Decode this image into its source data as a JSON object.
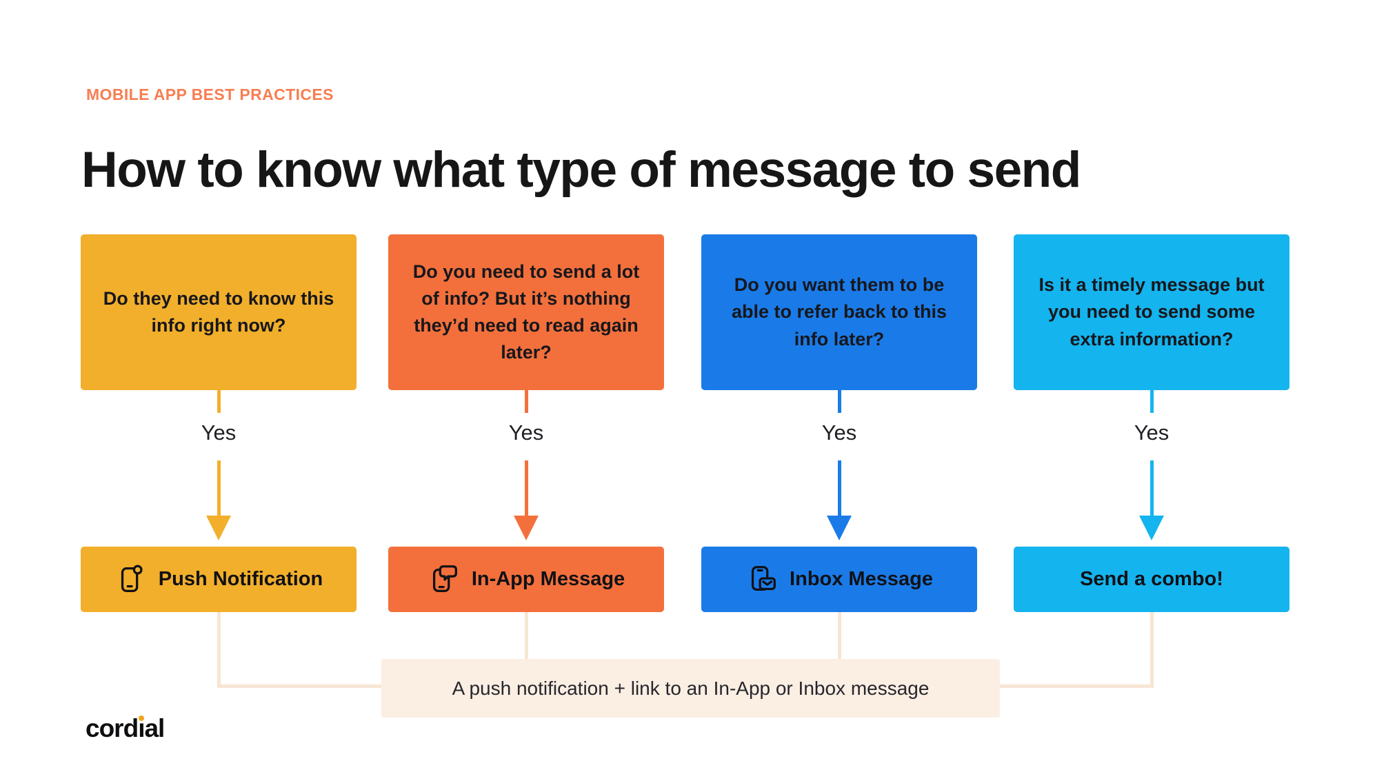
{
  "header": {
    "eyebrow": "MOBILE APP BEST PRACTICES",
    "title": "How to know what type of message to send"
  },
  "colors": {
    "eyebrow_orange": "#F77E52",
    "yellow": "#F2AF2B",
    "orange": "#F3703C",
    "blue": "#1A7BE8",
    "cyan": "#14B4EE",
    "connector_cream": "#F8E5D4",
    "note_background": "#FBEEE3",
    "text_dark": "#17171C",
    "logo_dot_orange": "#F2A41D"
  },
  "columns": [
    {
      "question": "Do they need to know this info right now?",
      "yes_label": "Yes",
      "result": "Push Notification",
      "icon": "phone-notification-icon",
      "color": "#F2AF2B"
    },
    {
      "question": "Do you need to send a lot of info? But it’s nothing they’d need to read again later?",
      "yes_label": "Yes",
      "result": "In-App Message",
      "icon": "phone-chat-icon",
      "color": "#F3703C"
    },
    {
      "question": "Do you want them to be able to refer back to this info later?",
      "yes_label": "Yes",
      "result": "Inbox Message",
      "icon": "phone-inbox-icon",
      "color": "#1A7BE8"
    },
    {
      "question": "Is it a timely message but you need to send some extra information?",
      "yes_label": "Yes",
      "result": "Send a combo!",
      "icon": null,
      "color": "#14B4EE"
    }
  ],
  "footnote": "A push notification + link to an In-App or Inbox message",
  "logo": {
    "text": "cordial",
    "pre": "cord",
    "i": "ı",
    "post": "al"
  }
}
